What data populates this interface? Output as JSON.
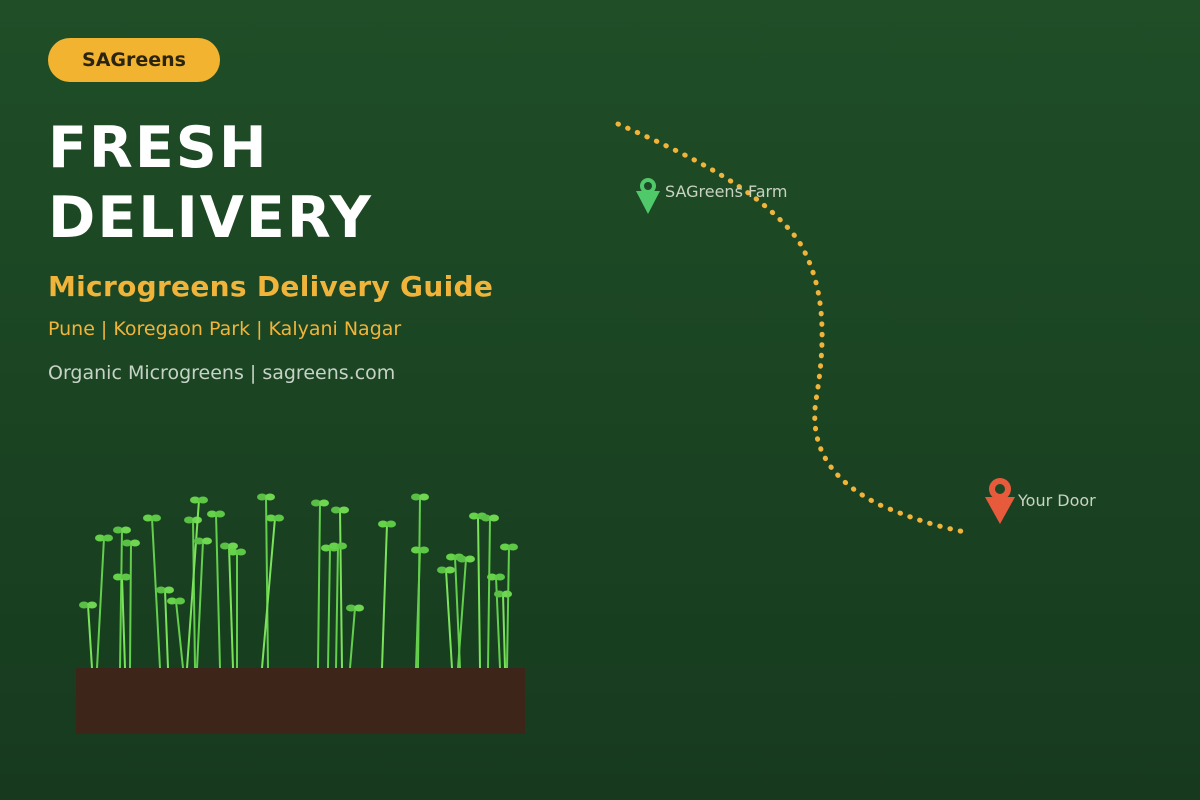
{
  "brand": {
    "name": "SAGreens"
  },
  "hero": {
    "headline_line1": "FRESH",
    "headline_line2": "DELIVERY",
    "subtitle": "Microgreens Delivery Guide",
    "locations": "Pune | Koregaon Park | Kalyani Nagar",
    "tagline": "Organic Microgreens | sagreens.com"
  },
  "map": {
    "origin_label": "SAGreens Farm",
    "destination_label": "Your Door",
    "origin_icon": "farm-pin-icon",
    "destination_icon": "door-pin-icon",
    "route_color": "#f0b43a",
    "origin_color": "#4fc96a",
    "destination_color": "#e85a3c"
  },
  "illustration": {
    "subject": "microgreens-tray",
    "soil_color": "#3d2619",
    "sprout_color": "#6fd94f"
  },
  "colors": {
    "background": "#1c4524",
    "accent": "#f2b430",
    "headline": "#ffffff"
  }
}
